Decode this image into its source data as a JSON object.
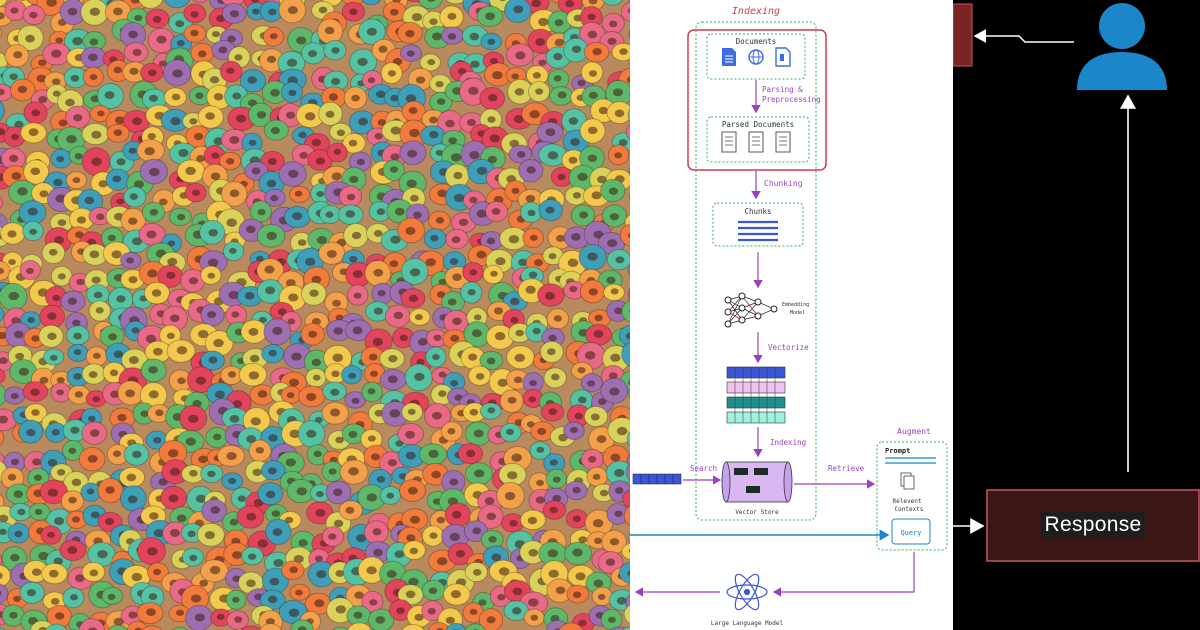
{
  "diagram": {
    "title": "Indexing",
    "documents_label": "Documents",
    "parsing_label_line1": "Parsing  &",
    "parsing_label_line2": "Preprocessing",
    "parsed_documents_label": "Parsed Documents",
    "chunking_label": "Chunking",
    "chunks_label": "Chunks",
    "embedding_model_line1": "Embedding",
    "embedding_model_line2": "Model",
    "vectorize_label": "Vectorize",
    "indexing_step_label": "Indexing",
    "search_label": "Search",
    "retrieve_label": "Retrieve",
    "vector_store_label": "Vector Store",
    "augment_label": "Augment",
    "prompt_label": "Prompt",
    "relevant_line1": "Relevent",
    "relevant_line2": "Contexts",
    "query_label": "Query",
    "llm_label": "Large Language Model",
    "colors": {
      "accent_purple": "#9b3fc1",
      "title_red": "#d23b4a",
      "box_green": "#3aa65a",
      "vector_blue": "#3b55d9",
      "vector_pink": "#efc3f0",
      "vector_teal": "#1e8f8f",
      "vector_mint": "#9ff0e0"
    }
  },
  "right_panel": {
    "response_label": "Response",
    "colors": {
      "user_blue": "#1b86c9",
      "box_border": "#c9565e",
      "box_fill": "#3a1616"
    }
  }
}
